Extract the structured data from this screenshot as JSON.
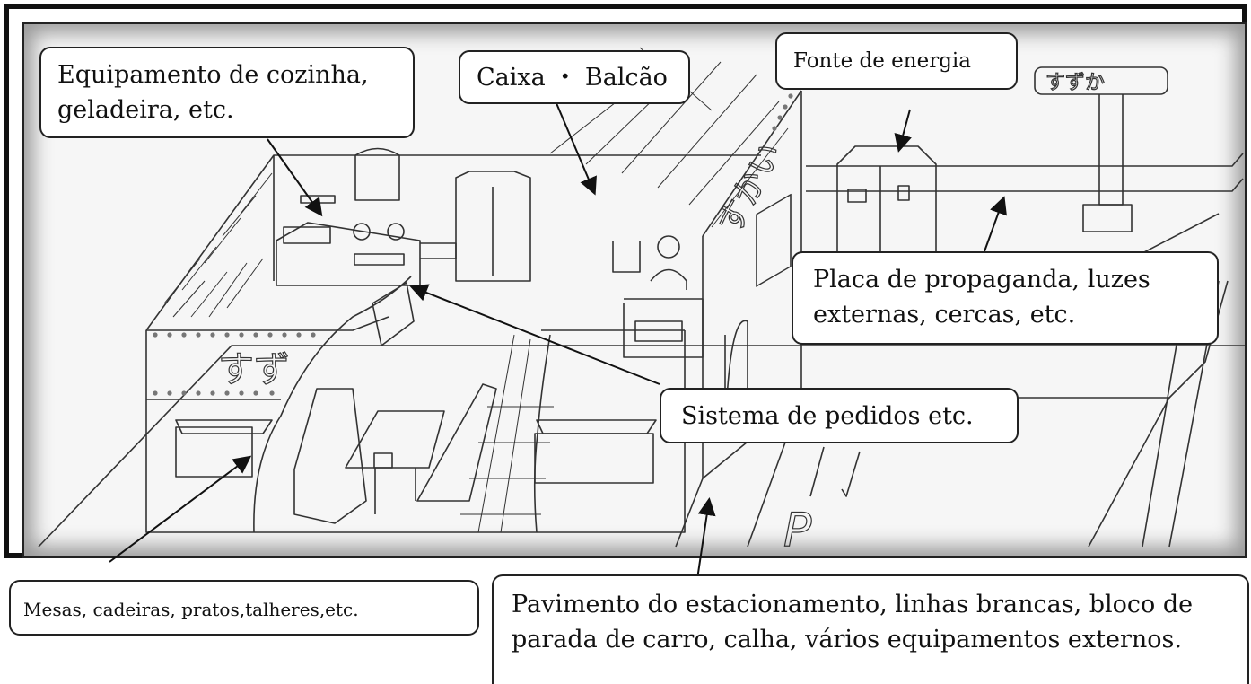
{
  "labels": {
    "equipamento": "Equipamento de cozinha, geladeira, etc.",
    "caixa": "Caixa ・ Balcão",
    "fonte": "Fonte de energia",
    "placa": "Placa de propaganda, luzes externas, cercas, etc.",
    "sistema": "Sistema de pedidos etc.",
    "mesas": "Mesas, cadeiras, pratos,talheres,etc.",
    "pavimento": "Pavimento do estacionamento, linhas brancas, bloco de parada de carro, calha, vários equipamentos externos."
  },
  "sketch_text": {
    "signboard_top": "すずか",
    "wall_sign": "すかい",
    "shop_sign": "すず",
    "parking_mark": "P"
  },
  "colors": {
    "line": "#222222",
    "frame": "#111111",
    "background": "#f6f6f6"
  }
}
